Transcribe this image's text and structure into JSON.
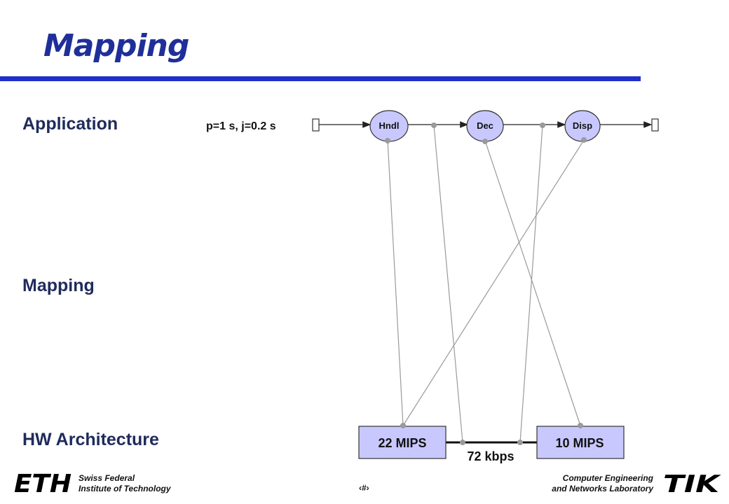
{
  "slide": {
    "title": "Mapping",
    "labels": {
      "application": "Application",
      "mapping": "Mapping",
      "hw_architecture": "HW Architecture"
    }
  },
  "diagram": {
    "period_label": "p=1 s, j=0.2 s",
    "processes": [
      "Hndl",
      "Dec",
      "Disp"
    ],
    "resources": [
      "22 MIPS",
      "10 MIPS"
    ],
    "bus_label": "72 kbps"
  },
  "footer": {
    "left_line1": "Swiss Federal",
    "left_line2": "Institute of Technology",
    "page_number": "‹#›",
    "right_line1": "Computer Engineering",
    "right_line2": "and Networks Laboratory",
    "left_logo_text": "ETH",
    "right_logo_text": "TIK"
  },
  "colors": {
    "title": "#1f2f9a",
    "rule": "#1f2fc7",
    "node_fill": "#c8c8ff",
    "resource_fill": "#c8c8ff",
    "mapping_line": "#9a9a9a"
  }
}
